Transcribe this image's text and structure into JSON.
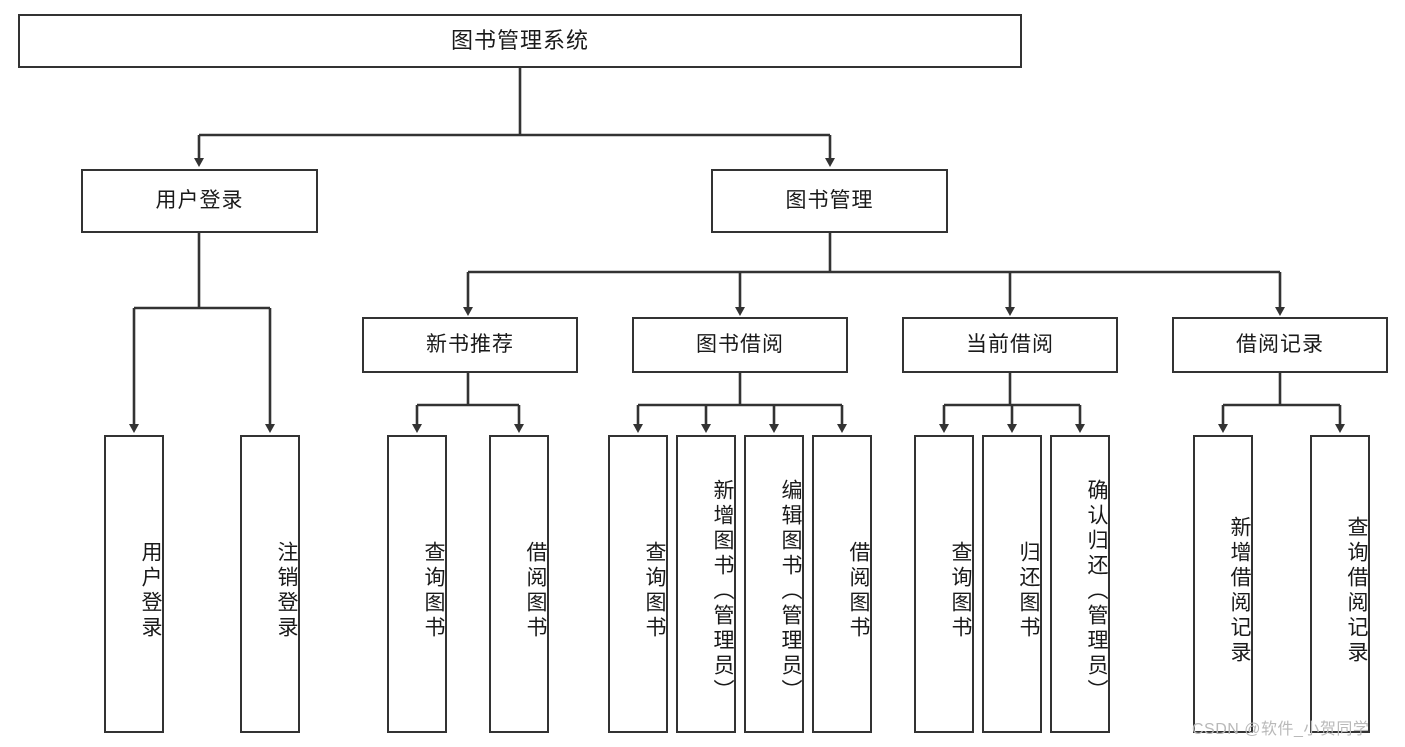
{
  "diagram": {
    "type": "tree-hierarchy",
    "title": "图书管理系统",
    "orientation": "top-down",
    "colors": {
      "box_border": "#333333",
      "box_fill": "#ffffff",
      "connector": "#333333",
      "text": "#1a1a1a",
      "watermark": "#b9b9b9"
    },
    "levels": {
      "root": {
        "label": "图书管理系统"
      },
      "level2": [
        {
          "label": "用户登录"
        },
        {
          "label": "图书管理"
        }
      ],
      "level3": [
        {
          "label": "新书推荐"
        },
        {
          "label": "图书借阅"
        },
        {
          "label": "当前借阅"
        },
        {
          "label": "借阅记录"
        }
      ],
      "leaves": {
        "user_login": [
          {
            "label": "用户登录"
          },
          {
            "label": "注销登录"
          }
        ],
        "new_book_recommend": [
          {
            "label": "查询图书"
          },
          {
            "label": "借阅图书"
          }
        ],
        "book_borrow": [
          {
            "label": "查询图书"
          },
          {
            "label": "新增图书（管理员）"
          },
          {
            "label": "编辑图书（管理员）"
          },
          {
            "label": "借阅图书"
          }
        ],
        "current_borrow": [
          {
            "label": "查询图书"
          },
          {
            "label": "归还图书"
          },
          {
            "label": "确认归还（管理员）"
          }
        ],
        "borrow_record": [
          {
            "label": "新增借阅记录"
          },
          {
            "label": "查询借阅记录"
          }
        ]
      }
    }
  },
  "watermark": {
    "text": "CSDN @软件_小贺同学"
  }
}
